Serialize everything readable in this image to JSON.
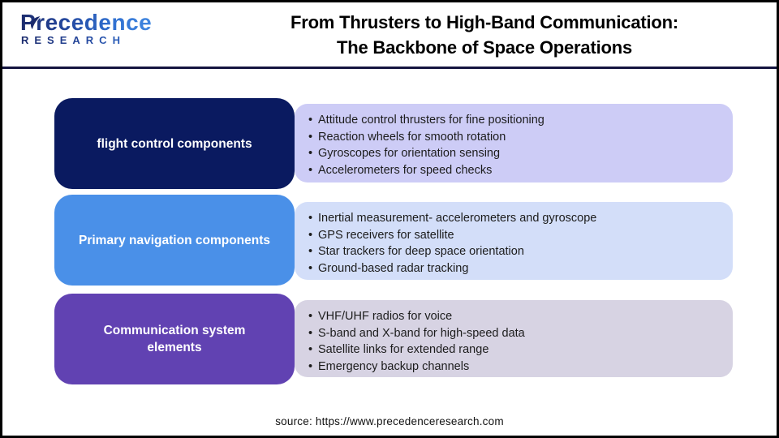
{
  "brand": {
    "name": "Precedence",
    "subname": "RESEARCH",
    "dark_color": "#1b2a6b",
    "light_color": "#3f86e0"
  },
  "title": {
    "line1": "From Thrusters to High-Band Communication:",
    "line2": "The Backbone of Space Operations"
  },
  "divider_color": "#14153f",
  "rows": [
    {
      "label": "flight control components",
      "box_color": "#0a1a60",
      "panel_color": "#cdccf6",
      "items": [
        "Attitude control thrusters for fine positioning",
        "Reaction wheels for smooth rotation",
        "Gyroscopes for orientation sensing",
        "Accelerometers for speed checks"
      ]
    },
    {
      "label": "Primary navigation components",
      "box_color": "#4a90e8",
      "panel_color": "#d3def9",
      "items": [
        "Inertial measurement- accelerometers and gyroscope",
        "GPS receivers for satellite",
        "Star trackers for deep space orientation",
        "Ground-based radar tracking"
      ]
    },
    {
      "label": "Communication system elements",
      "box_color": "#6142b2",
      "panel_color": "#d7d3e3",
      "items": [
        "VHF/UHF radios for voice",
        "S-band and X-band for high-speed data",
        "Satellite links for extended range",
        "Emergency backup channels"
      ]
    }
  ],
  "footer": {
    "source": "source: https://www.precedenceresearch.com"
  }
}
